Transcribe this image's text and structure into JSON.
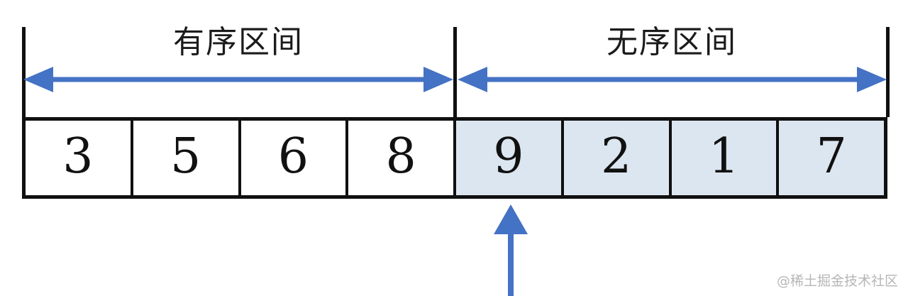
{
  "diagram": {
    "title": "insertion-sort-partition-diagram",
    "colors": {
      "arrow_blue": "#4472c4",
      "cell_shaded": "#dce6f1",
      "cell_plain": "#ffffff",
      "rule_black": "#101010",
      "text_black": "#111111",
      "watermark_gray": "#b6b6b6"
    },
    "regions": [
      {
        "id": "sorted",
        "label": "有序区间"
      },
      {
        "id": "unsorted",
        "label": "无序区间"
      }
    ],
    "array": {
      "cells": [
        {
          "value": "3",
          "shaded": false,
          "region": "sorted"
        },
        {
          "value": "5",
          "shaded": false,
          "region": "sorted"
        },
        {
          "value": "6",
          "shaded": false,
          "region": "sorted"
        },
        {
          "value": "8",
          "shaded": false,
          "region": "sorted"
        },
        {
          "value": "9",
          "shaded": true,
          "region": "unsorted"
        },
        {
          "value": "2",
          "shaded": true,
          "region": "unsorted"
        },
        {
          "value": "1",
          "shaded": true,
          "region": "unsorted"
        },
        {
          "value": "7",
          "shaded": true,
          "region": "unsorted"
        }
      ]
    },
    "pointer": {
      "target_value": "9",
      "target_index": 4,
      "direction": "up"
    },
    "watermark": "@稀土掘金技术社区"
  }
}
